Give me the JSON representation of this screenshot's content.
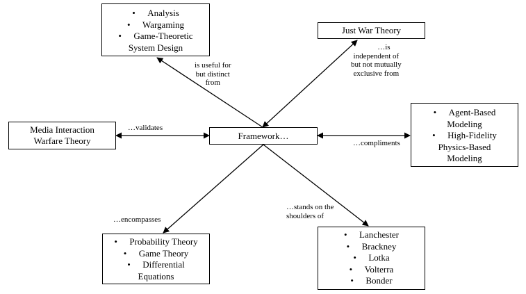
{
  "center": {
    "label": "Framework…"
  },
  "boxes": {
    "top_left": {
      "items": [
        "Analysis",
        "Wargaming",
        "Game-Theoretic System Design"
      ]
    },
    "top_right": {
      "title": "Just War Theory"
    },
    "left": {
      "title": "Media Interaction Warfare Theory"
    },
    "right": {
      "items": [
        "Agent-Based Modeling",
        "High-Fidelity Physics-Based Modeling"
      ]
    },
    "bottom_left": {
      "items": [
        "Probability Theory",
        "Game Theory",
        "Differential Equations"
      ]
    },
    "bottom_right": {
      "items": [
        "Lanchester",
        "Brackney",
        "Lotka",
        "Volterra",
        "Bonder"
      ]
    }
  },
  "edges": {
    "top_left": {
      "lines": [
        "is useful for",
        "but distinct",
        "from"
      ]
    },
    "top_right": {
      "lines": [
        "…is",
        "independent of",
        "but not mutually",
        "exclusive from"
      ]
    },
    "left": {
      "label": "…validates"
    },
    "right": {
      "label": "…compliments"
    },
    "bottom_left": {
      "label": "…encompasses"
    },
    "bottom_right": {
      "lines": [
        "…stands on the",
        "shoulders of"
      ]
    }
  }
}
